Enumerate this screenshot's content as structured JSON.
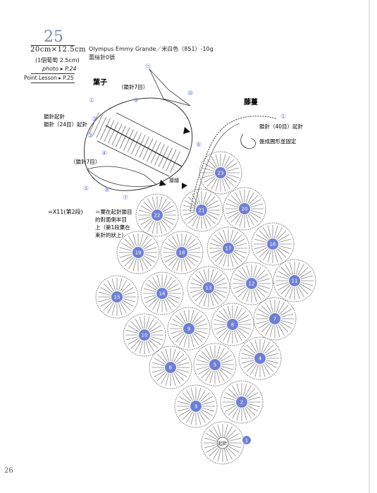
{
  "header": {
    "pattern_number": "25",
    "size": "20cm×12.5cm",
    "unit_note": "(1個葡萄 2.5cm)",
    "photo_ref": "photo ▸ P.24",
    "lesson_ref": "Point Lesson ▸ P.25",
    "yarn_line1": "Olympus Emmy Grande／米白色（851）-10g",
    "yarn_line2": "蕾絲針0號"
  },
  "labels": {
    "leaf": "葉子",
    "vine": "藤蔓",
    "chain7_top": "（鎖針7目）",
    "chain7_left": "（鎖針7目）",
    "chain40": "鎖針（40目）起針",
    "chain24_line1": "鎖針起針",
    "chain24_line2": "鎖針（24目）起針",
    "fix_note": "盤成圓形並固定",
    "join_note": "接縫",
    "formula": "=X11(第2段)",
    "formula_desc1": "＝葉在起針鎖目",
    "formula_desc2": "的對面側半目",
    "formula_desc3": "上（第1段葉在",
    "formula_desc4": "束針的狀上）"
  },
  "leaf_markers": [
    "①",
    "⑥",
    "②",
    "③",
    "④",
    "⑤",
    "⑧",
    "⑦",
    "⑨",
    "⑩",
    "⑪"
  ],
  "grape_numbers": [
    "23",
    "22",
    "21",
    "20",
    "19",
    "18",
    "17",
    "16",
    "15",
    "14",
    "13",
    "12",
    "11",
    "10",
    "9",
    "8",
    "7",
    "6",
    "5",
    "4",
    "3",
    "2",
    "1"
  ],
  "start_label": "起針",
  "page_number": "26",
  "colors": {
    "accent_blue": "#6f7fd6",
    "line": "#333333"
  }
}
